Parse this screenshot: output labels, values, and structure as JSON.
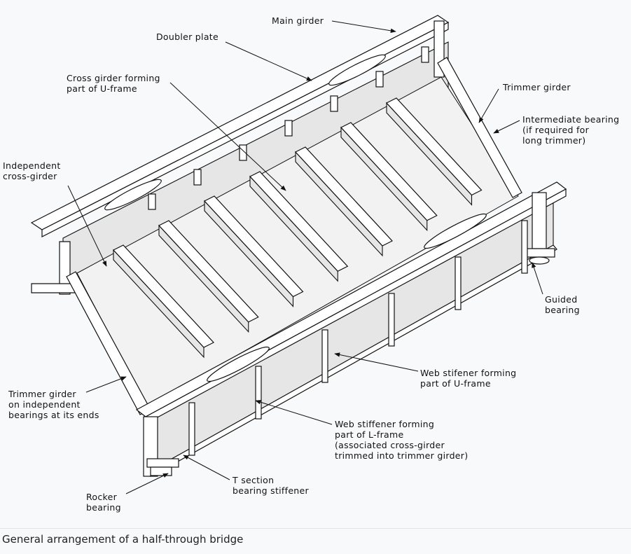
{
  "figure": {
    "labels": {
      "main_girder": "Main girder",
      "doubler_plate": "Doubler plate",
      "cross_girder_u": [
        "Cross girder forming",
        "part of U-frame"
      ],
      "trimmer_girder": "Trimmer girder",
      "intermediate_bearing": [
        "Intermediate bearing",
        "(if required for",
        "long trimmer)"
      ],
      "independent_cross_girder": [
        "Independent",
        "cross-girder"
      ],
      "guided_bearing": [
        "Guided",
        "bearing"
      ],
      "web_stiffener_u": [
        "Web stifener forming",
        "part of U-frame"
      ],
      "trimmer_on_bearings": [
        "Trimmer girder",
        "on independent",
        "bearings at its ends"
      ],
      "web_stiffener_l": [
        "Web stiffener forming",
        "part of L-frame",
        "(associated cross-girder",
        "trimmed into trimmer girder)"
      ],
      "t_section": [
        "T section",
        "bearing stiffener"
      ],
      "rocker_bearing": [
        "Rocker",
        "bearing"
      ]
    },
    "caption": "General arrangement of a half-through bridge"
  }
}
